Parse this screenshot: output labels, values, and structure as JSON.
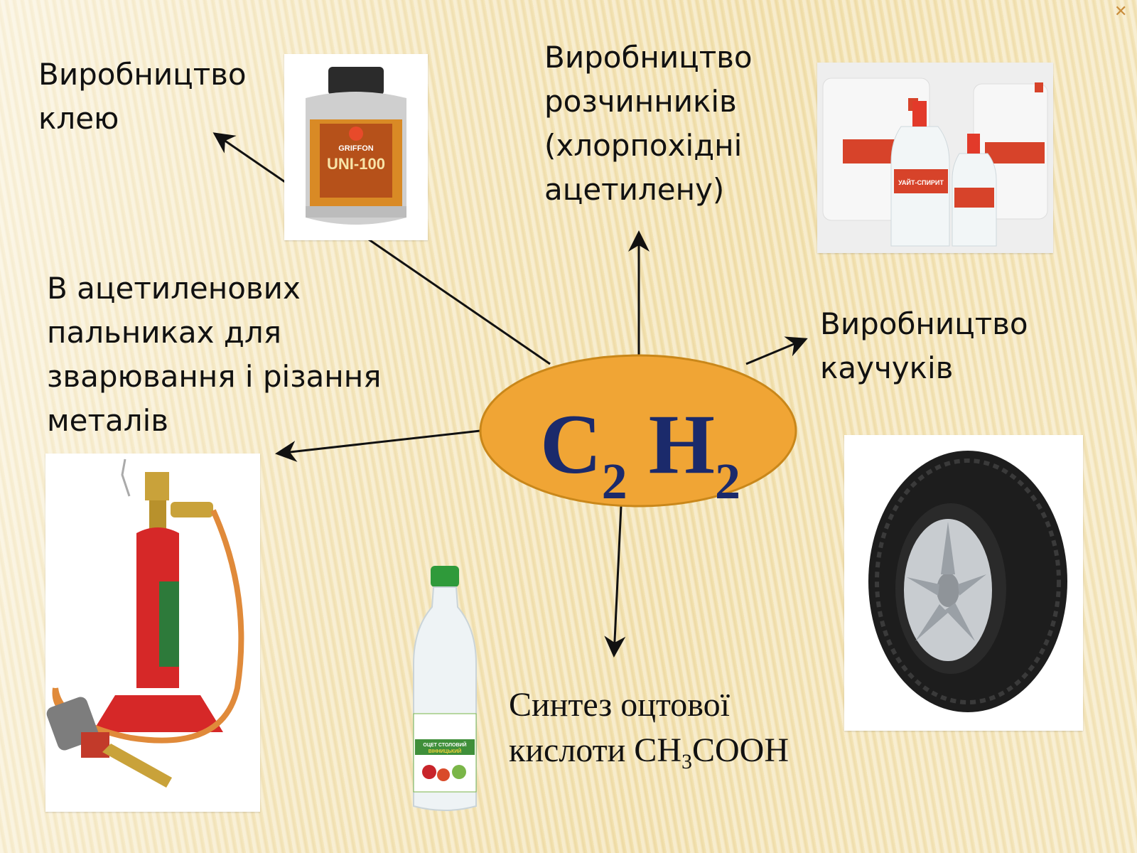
{
  "center": {
    "c_symbol": "C",
    "c_index": "2",
    "h_symbol": "H",
    "h_index": "2"
  },
  "labels": {
    "glue": [
      "Виробництво",
      "клею"
    ],
    "solvents": [
      "Виробництво",
      "розчинників",
      "(хлорпохідні",
      "ацетилену)"
    ],
    "rubber": [
      "Виробництво",
      "каучуків"
    ],
    "welding": [
      "В ацетиленових",
      "пальниках для",
      "зварювання і різання",
      "металів"
    ],
    "acetic": {
      "line1": "Синтез оцтової",
      "line2_prefix": "кислоти  CH",
      "line2_sub": "3",
      "line2_suffix": "COOH"
    }
  },
  "photos": {
    "glue_can": {
      "brand": "GRIFFON",
      "product": "UNI-100"
    },
    "solvent_bottles": {
      "label": "УАЙТ-СПИРИТ"
    },
    "vinegar_bottle": {
      "label_line1": "ОЦЕТ СТОЛОВИЙ",
      "label_line2": "ВІННИЦЬКИЙ"
    }
  },
  "colors": {
    "background": "#f3e2b0",
    "ellipse_fill": "#f0a535",
    "ellipse_stroke": "#c9871a",
    "formula": "#1b2a6b",
    "arrow": "#111111"
  }
}
